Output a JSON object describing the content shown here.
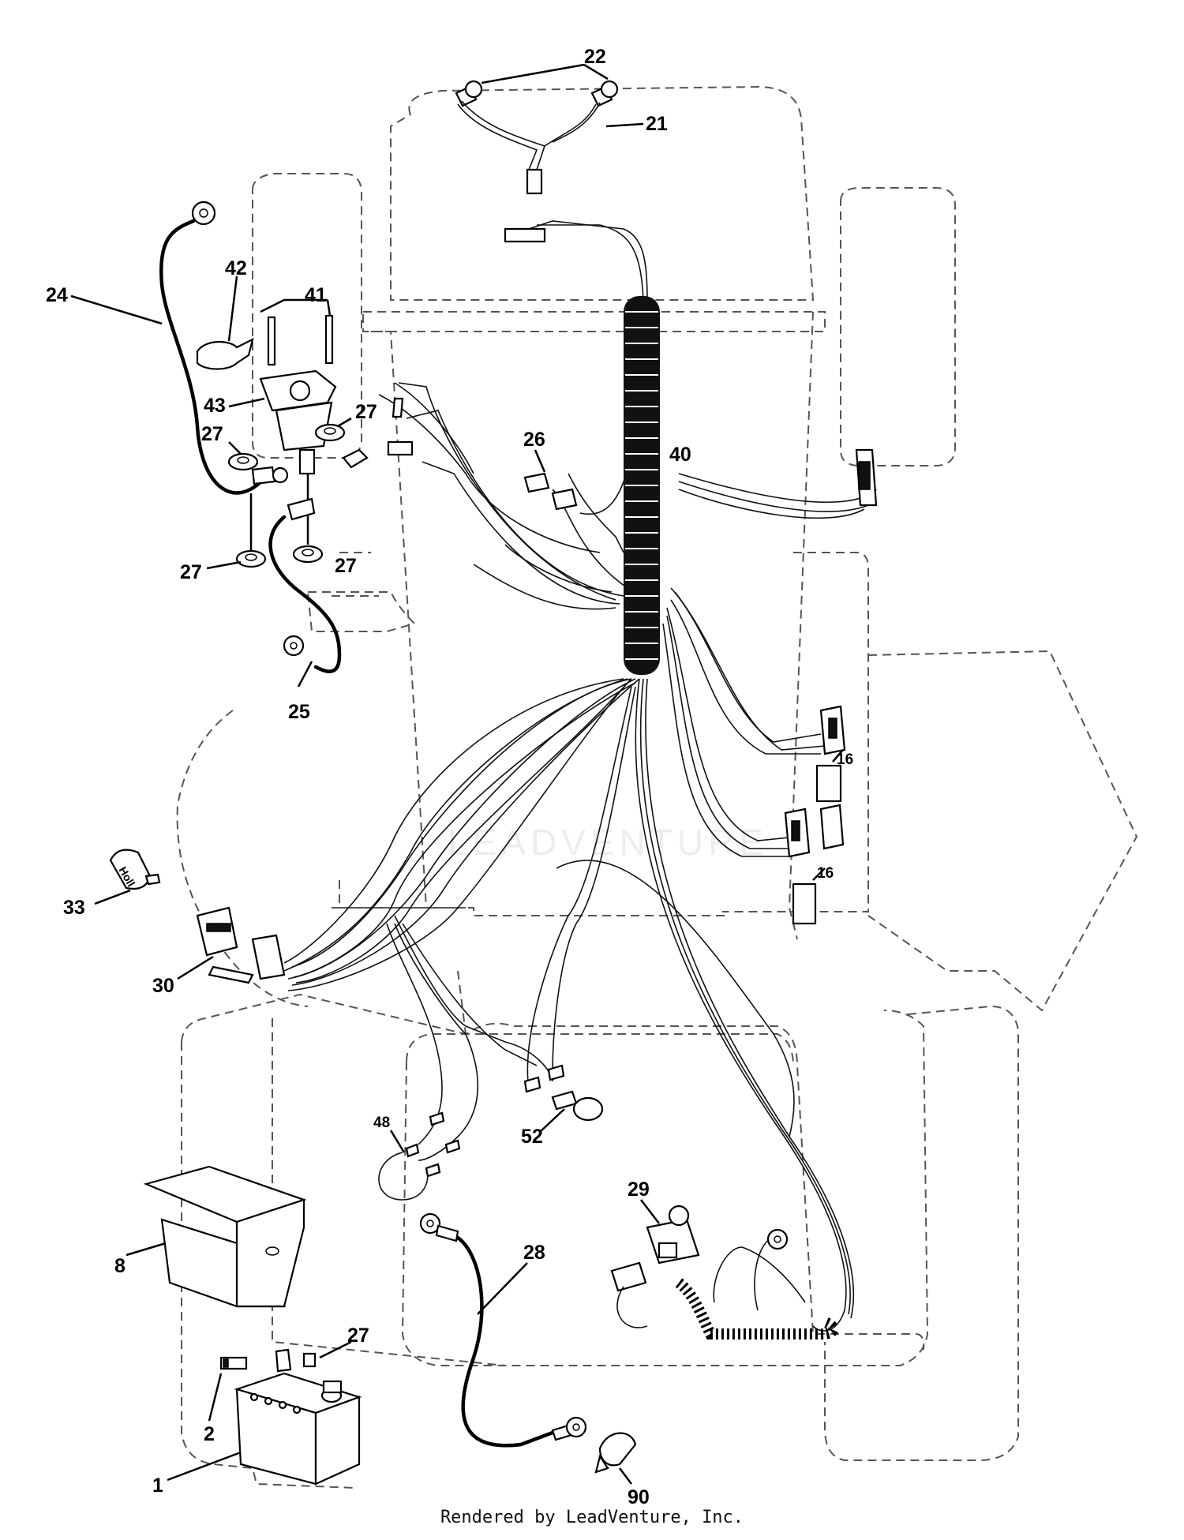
{
  "callouts": [
    {
      "id": "22",
      "text": "22"
    },
    {
      "id": "21",
      "text": "21"
    },
    {
      "id": "42",
      "text": "42"
    },
    {
      "id": "24",
      "text": "24"
    },
    {
      "id": "41",
      "text": "41"
    },
    {
      "id": "43",
      "text": "43"
    },
    {
      "id": "27a",
      "text": "27"
    },
    {
      "id": "27b",
      "text": "27"
    },
    {
      "id": "27c",
      "text": "27"
    },
    {
      "id": "27d",
      "text": "27"
    },
    {
      "id": "26",
      "text": "26"
    },
    {
      "id": "40",
      "text": "40"
    },
    {
      "id": "25",
      "text": "25"
    },
    {
      "id": "16a",
      "text": "16"
    },
    {
      "id": "16b",
      "text": "16"
    },
    {
      "id": "33",
      "text": "33"
    },
    {
      "id": "30",
      "text": "30"
    },
    {
      "id": "48",
      "text": "48"
    },
    {
      "id": "52",
      "text": "52"
    },
    {
      "id": "29",
      "text": "29"
    },
    {
      "id": "28",
      "text": "28"
    },
    {
      "id": "8",
      "text": "8"
    },
    {
      "id": "27e",
      "text": "27"
    },
    {
      "id": "2",
      "text": "2"
    },
    {
      "id": "1",
      "text": "1"
    },
    {
      "id": "90",
      "text": "90"
    }
  ],
  "key_label": "Holl",
  "watermark": "LEADVENTURE",
  "footer": "Rendered by LeadVenture, Inc."
}
